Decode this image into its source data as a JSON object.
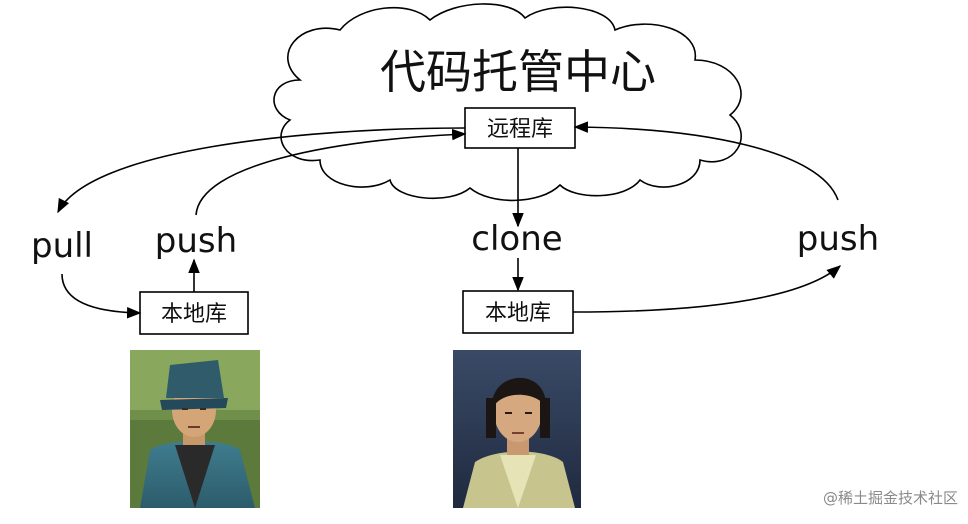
{
  "cloud": {
    "title": "代码托管中心"
  },
  "remote_repo": {
    "label": "远程库"
  },
  "local_repo_left": {
    "label": "本地库"
  },
  "local_repo_right": {
    "label": "本地库"
  },
  "actions": {
    "pull": "pull",
    "push_left": "push",
    "clone": "clone",
    "push_right": "push"
  },
  "watermark": "@稀土掘金技术社区"
}
